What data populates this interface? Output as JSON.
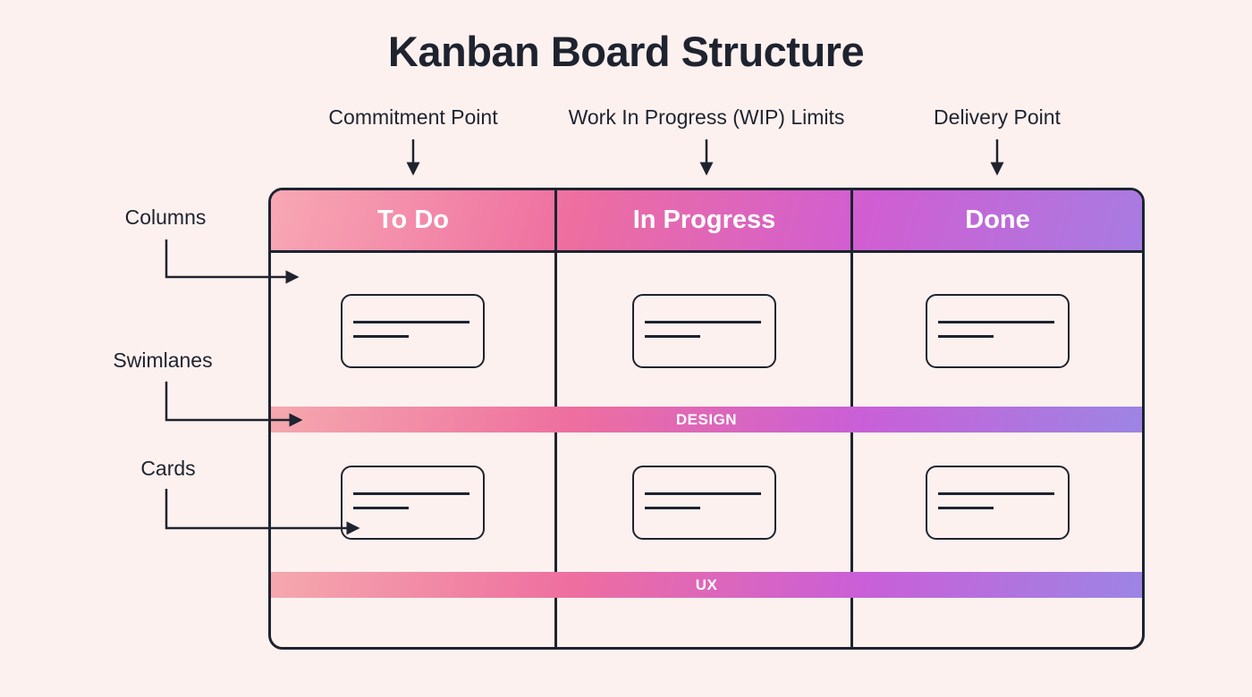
{
  "title": "Kanban Board Structure",
  "annotations": {
    "top": [
      {
        "label": "Commitment Point"
      },
      {
        "label": "Work In Progress (WIP) Limits"
      },
      {
        "label": "Delivery Point"
      }
    ],
    "left": [
      {
        "label": "Columns"
      },
      {
        "label": "Swimlanes"
      },
      {
        "label": "Cards"
      }
    ]
  },
  "board": {
    "columns": [
      {
        "label": "To Do"
      },
      {
        "label": "In Progress"
      },
      {
        "label": "Done"
      }
    ],
    "swimlanes": [
      {
        "label": "DESIGN"
      },
      {
        "label": "UX"
      }
    ],
    "cards_per_column_per_lane": 1
  },
  "colors": {
    "background": "#FDF1EF",
    "ink": "#1E232F",
    "header_gradient": [
      "#F8A8B4",
      "#EE6E9F",
      "#D05ED2",
      "#A77CE2"
    ],
    "swimlane_gradient": [
      "#F5A8AE",
      "#EE6E9F",
      "#C95FD8",
      "#9C85E4"
    ],
    "header_text": "#FFFFFF"
  }
}
